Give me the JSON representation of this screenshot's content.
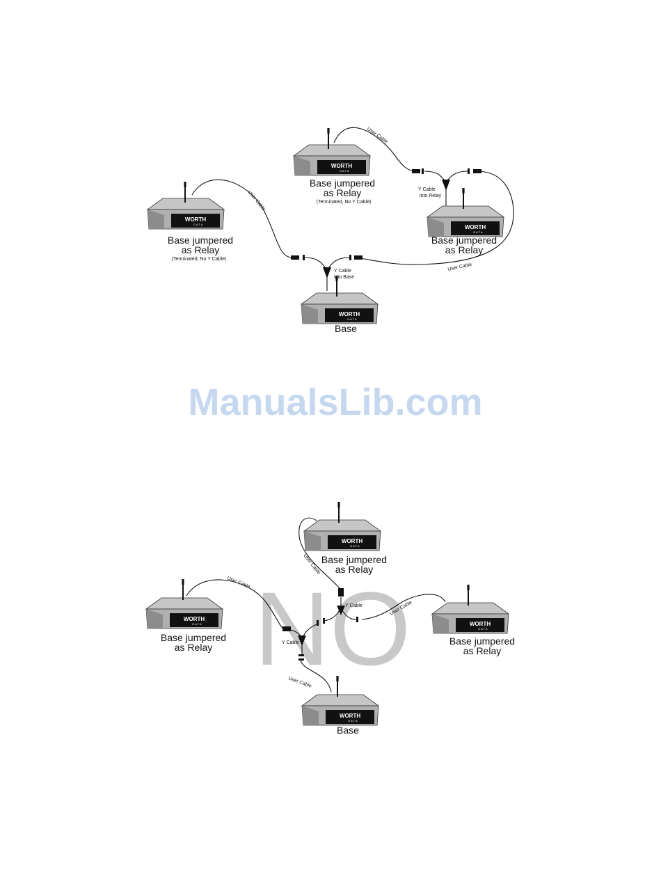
{
  "brand": {
    "line1": "WORTH",
    "line2": "D A T A"
  },
  "watermark": "ManualsLib.com",
  "colors": {
    "device": "#c6c6c6",
    "device_dark": "#8c8c8c",
    "panel": "#111111",
    "watermark": "#c5d8f0",
    "no": "#c8c8c8"
  },
  "diagram_top": {
    "relay_a": {
      "line1": "Base jumpered",
      "line2": "as Relay",
      "note": "(Terminated, No Y Cable)"
    },
    "relay_b": {
      "line1": "Base jumpered",
      "line2": "as Relay",
      "note": "(Terminated, No Y Cable)"
    },
    "relay_c": {
      "line1": "Base jumpered",
      "line2": "as Relay"
    },
    "base": {
      "line1": "Base"
    },
    "cable_1": "User Cable",
    "cable_2": "User Cable",
    "cable_3": "User Cable",
    "ycable_relay_1": "Y Cable",
    "ycable_relay_2": "into Relay",
    "ycable_base_1": "Y Cable",
    "ycable_base_2": "into Base"
  },
  "diagram_bottom": {
    "no_text": "NO",
    "relay_top": {
      "line1": "Base jumpered",
      "line2": "as Relay"
    },
    "relay_left": {
      "line1": "Base jumpered",
      "line2": "as Relay"
    },
    "relay_right": {
      "line1": "Base jumpered",
      "line2": "as Relay"
    },
    "base": {
      "line1": "Base"
    },
    "cable_top": "User Cable",
    "cable_left": "User Cable",
    "cable_right": "User Cable",
    "cable_base": "User Cable",
    "ycable_upper": "Y Cable",
    "ycable_lower": "Y Cable"
  }
}
